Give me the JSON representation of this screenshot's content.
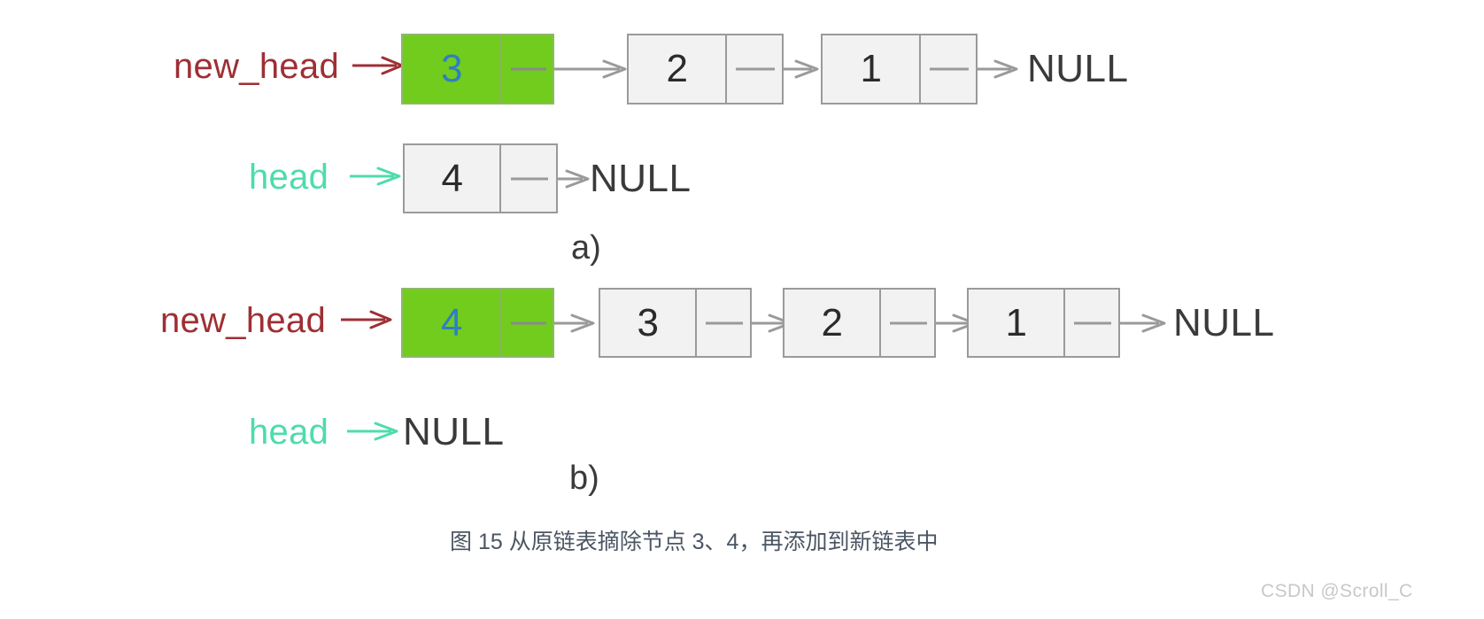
{
  "figure": {
    "caption": "图 15 从原链表摘除节点 3、4，再添加到新链表中",
    "watermark": "CSDN @Scroll_C",
    "colors": {
      "new_head_label": "#9e2f34",
      "head_label": "#4ddcab",
      "highlight_node_fill": "#72cc1d",
      "highlight_node_value": "#2f7fc4",
      "plain_node_fill": "#f2f2f2",
      "node_border": "#9a9a9a",
      "arrow": "#9a9a9a",
      "null_text": "#3a3a3a"
    }
  },
  "panels": [
    {
      "id": "a",
      "sub_caption": "a)",
      "lists": [
        {
          "pointer_label": "new_head",
          "pointer_color": "#9e2f34",
          "nodes": [
            {
              "value": "3",
              "highlight": true
            },
            {
              "value": "2",
              "highlight": false
            },
            {
              "value": "1",
              "highlight": false
            }
          ],
          "terminator": "NULL"
        },
        {
          "pointer_label": "head",
          "pointer_color": "#4ddcab",
          "nodes": [
            {
              "value": "4",
              "highlight": false
            }
          ],
          "terminator": "NULL"
        }
      ]
    },
    {
      "id": "b",
      "sub_caption": "b)",
      "lists": [
        {
          "pointer_label": "new_head",
          "pointer_color": "#9e2f34",
          "nodes": [
            {
              "value": "4",
              "highlight": true
            },
            {
              "value": "3",
              "highlight": false
            },
            {
              "value": "2",
              "highlight": false
            },
            {
              "value": "1",
              "highlight": false
            }
          ],
          "terminator": "NULL"
        },
        {
          "pointer_label": "head",
          "pointer_color": "#4ddcab",
          "nodes": [],
          "terminator": "NULL"
        }
      ]
    }
  ]
}
